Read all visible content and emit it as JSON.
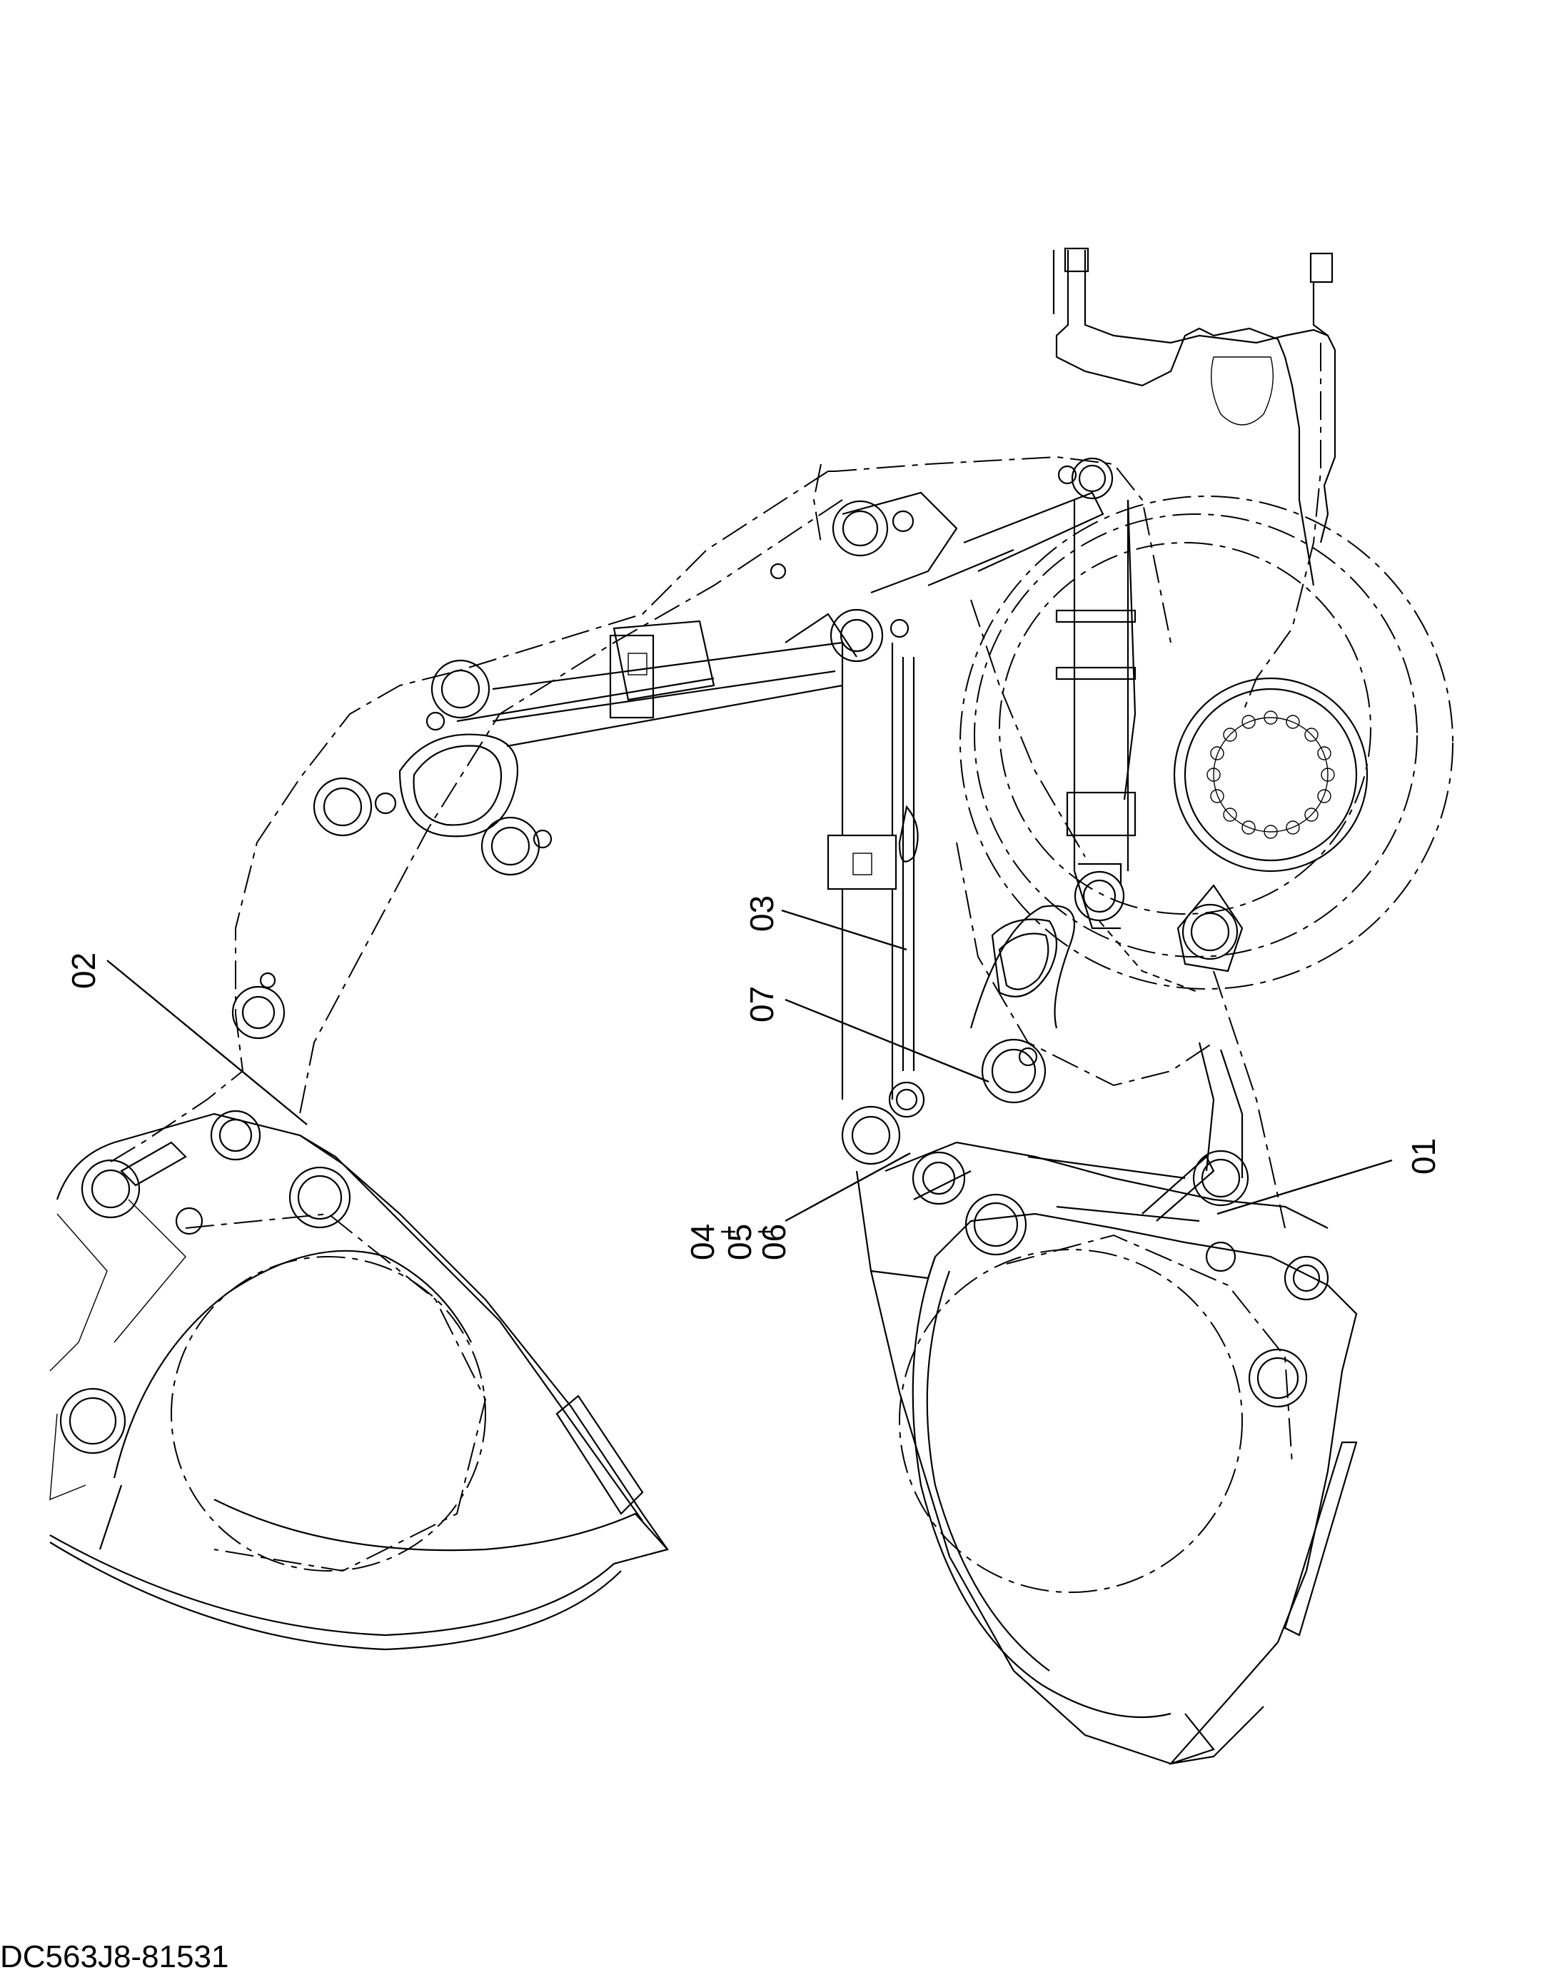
{
  "drawing_code": "DC563J8-81531",
  "callouts": {
    "c01": "01",
    "c02": "02",
    "c03": "03",
    "c04": "04",
    "c05": "05",
    "c06": "06",
    "c07": "07"
  }
}
